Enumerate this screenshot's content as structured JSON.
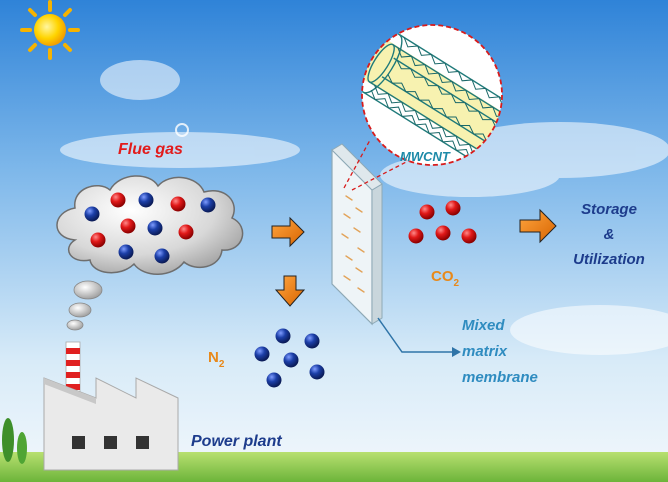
{
  "labels": {
    "flue_gas": "Flue gas",
    "mwcnt": "MWCNT",
    "co2_main": "CO",
    "co2_sub": "2",
    "n2_main": "N",
    "n2_sub": "2",
    "storage": "Storage",
    "ampersand": "&",
    "utilization": "Utilization",
    "mixed": "Mixed",
    "matrix": "matrix",
    "membrane": "membrane",
    "power_plant": "Power plant"
  },
  "colors": {
    "flue_gas": "#e21b1b",
    "mwcnt": "#1d8aa8",
    "gas_formula": "#e8891a",
    "storage": "#1d3c8c",
    "membrane_label": "#2f8cc0",
    "power_plant": "#1d3c8c",
    "co2_molecule": "#e11919",
    "n2_molecule": "#1c3fa8",
    "arrow": "#ef7d1a"
  },
  "icons": [
    "sun-icon",
    "cloud-icon",
    "factory-icon",
    "membrane-icon",
    "nanotube-icon",
    "arrow-icon"
  ]
}
